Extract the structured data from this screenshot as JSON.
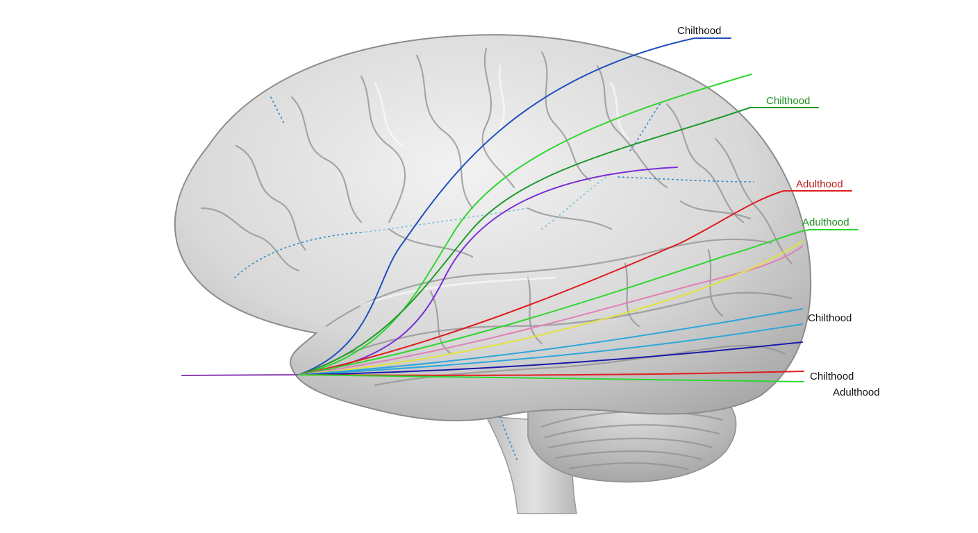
{
  "labels": [
    {
      "text": "Chilthood",
      "color": "#111111",
      "underline": "#1f4fbf"
    },
    {
      "text": "Chilthood",
      "color": "#1f8f1f",
      "underline": "#1f8f1f"
    },
    {
      "text": "Adulthood",
      "color": "#b81b1b",
      "underline": "#d42020"
    },
    {
      "text": "Adulthood",
      "color": "#1f8f1f",
      "underline": "#2bc12b"
    },
    {
      "text": "Chilthood",
      "color": "#111111",
      "underline": ""
    },
    {
      "text": "Chilthood",
      "color": "#111111",
      "underline": ""
    },
    {
      "text": "Adulthood",
      "color": "#111111",
      "underline": ""
    }
  ],
  "pathway_colors": {
    "blue": "#1f4fbf",
    "green": "#2fd62f",
    "dark_green": "#1f9a2a",
    "purple": "#7b2fd6",
    "red": "#e01c1c",
    "pink": "#e07fb6",
    "yellow": "#e3e33a",
    "light_blue": "#2ea6dc",
    "navy": "#1a1aa8",
    "violet": "#8a3fb0"
  },
  "brain_colors": {
    "cortex": "#d9d9d9",
    "cerebellum": "#c4c4c4",
    "stem": "#cfcfcf",
    "outline": "#9a9a9a"
  }
}
